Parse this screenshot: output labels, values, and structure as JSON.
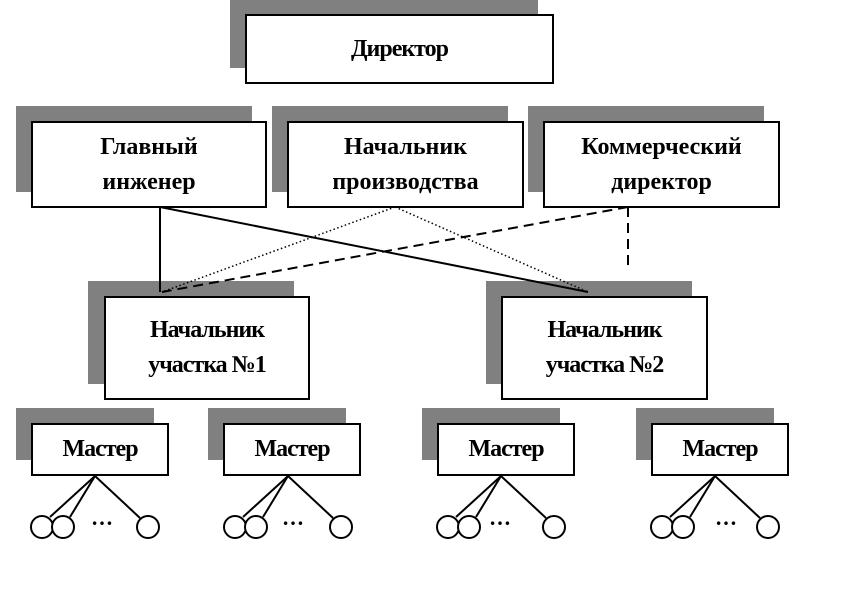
{
  "diagram": {
    "director": {
      "label": "Директор"
    },
    "deputies": [
      {
        "label": "Главный\nинженер"
      },
      {
        "label": "Начальник\nпроизводства"
      },
      {
        "label": "Коммерческий\nдиректор"
      }
    ],
    "sections": [
      {
        "label": "Начальник\nучастка №1"
      },
      {
        "label": "Начальник\nучастка №2"
      }
    ],
    "masters": [
      {
        "label": "Мастер"
      },
      {
        "label": "Мастер"
      },
      {
        "label": "Мастер"
      },
      {
        "label": "Мастер"
      }
    ],
    "ellipsis": "…",
    "colors": {
      "shadow": "#808080",
      "border": "#000000",
      "background": "#ffffff"
    }
  }
}
